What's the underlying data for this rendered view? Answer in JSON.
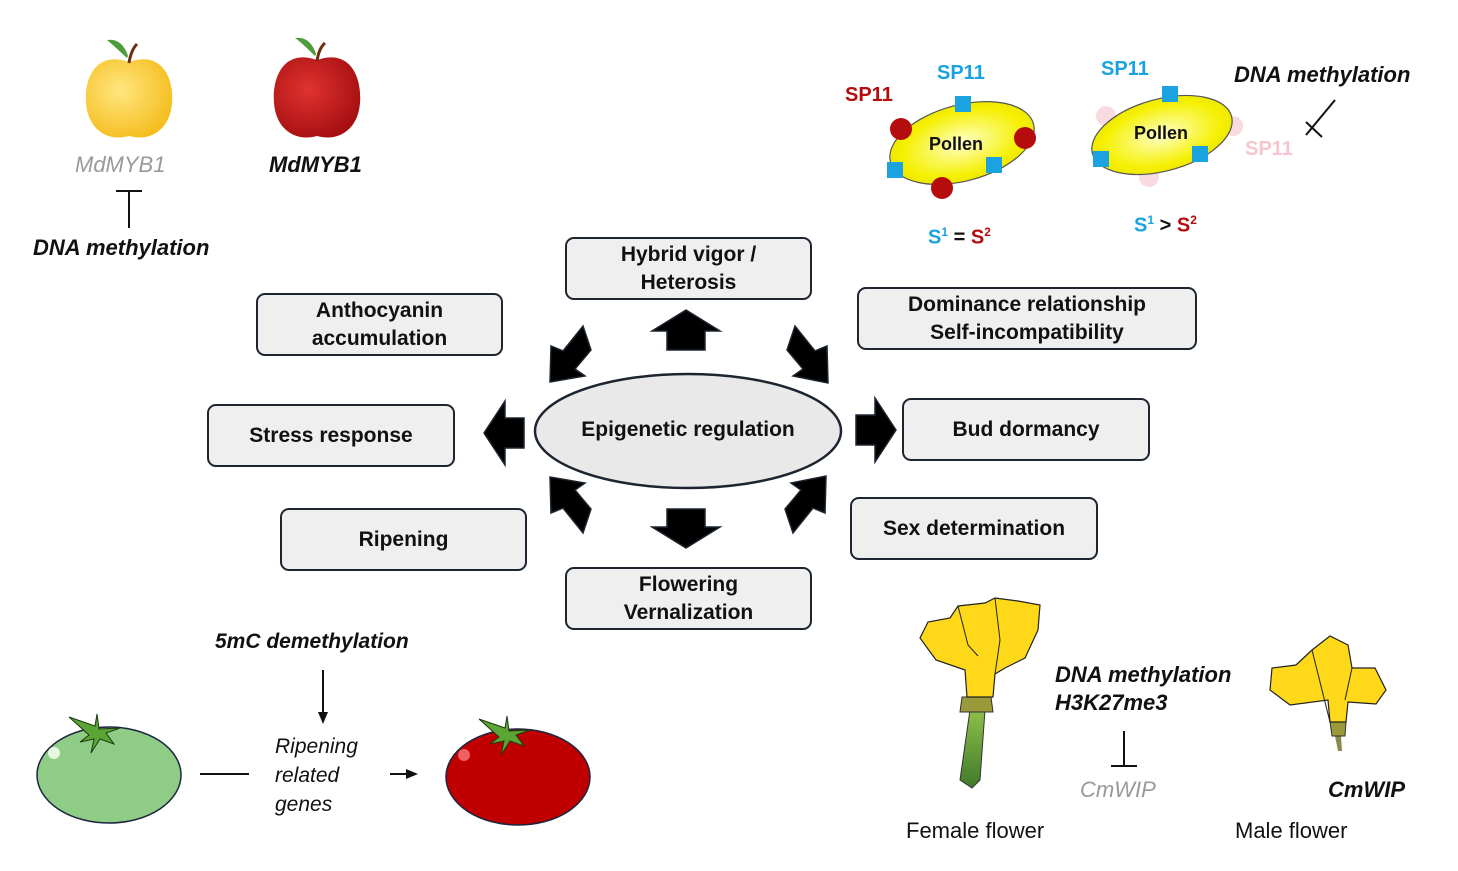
{
  "center": {
    "label": "Epigenetic regulation"
  },
  "processes": [
    {
      "id": "heterosis",
      "label": "Hybrid vigor /\nHeterosis"
    },
    {
      "id": "anthocyanin",
      "label": "Anthocyanin\naccumulation"
    },
    {
      "id": "dominance",
      "label": "Dominance relationship\nSelf-incompatibility"
    },
    {
      "id": "stress",
      "label": "Stress response"
    },
    {
      "id": "dormancy",
      "label": "Bud dormancy"
    },
    {
      "id": "ripening",
      "label": "Ripening"
    },
    {
      "id": "sex",
      "label": "Sex determination"
    },
    {
      "id": "flowering",
      "label": "Flowering\nVernalization"
    }
  ],
  "apple_panel": {
    "yellow_gene": "MdMYB1",
    "red_gene": "MdMYB1",
    "regulator": "DNA methylation",
    "colors": {
      "yellow": "#fcd34a",
      "red": "#c8161c",
      "muted_text": "#999999"
    }
  },
  "pollen_panel": {
    "left": {
      "label": "Pollen",
      "sp11_blue": "SP11",
      "sp11_red": "SP11",
      "relation": {
        "s1": "S",
        "sup1": "1",
        "op": "=",
        "s2": "S",
        "sup2": "2"
      }
    },
    "right": {
      "label": "Pollen",
      "sp11_blue": "SP11",
      "sp11_faded": "SP11",
      "relation": {
        "s1": "S",
        "sup1": "1",
        "op": ">",
        "s2": "S",
        "sup2": "2"
      }
    },
    "regulator": "DNA methylation",
    "colors": {
      "blue": "#1aa3e0",
      "red": "#b50d0d",
      "faded": "#f6c6cf",
      "pollen": "#f5f000"
    }
  },
  "tomato_panel": {
    "regulator": "5mC demethylation",
    "genes": "Ripening\nrelated\ngenes",
    "colors": {
      "unripe": "#8fcc85",
      "ripe": "#c00000"
    }
  },
  "flower_panel": {
    "regulator_line1": "DNA methylation",
    "regulator_line2": "H3K27me3",
    "female_gene": "CmWIP",
    "male_gene": "CmWIP",
    "female_label": "Female flower",
    "male_label": "Male flower",
    "colors": {
      "petal": "#ffd81a",
      "stem": "#5a9a3a"
    }
  }
}
